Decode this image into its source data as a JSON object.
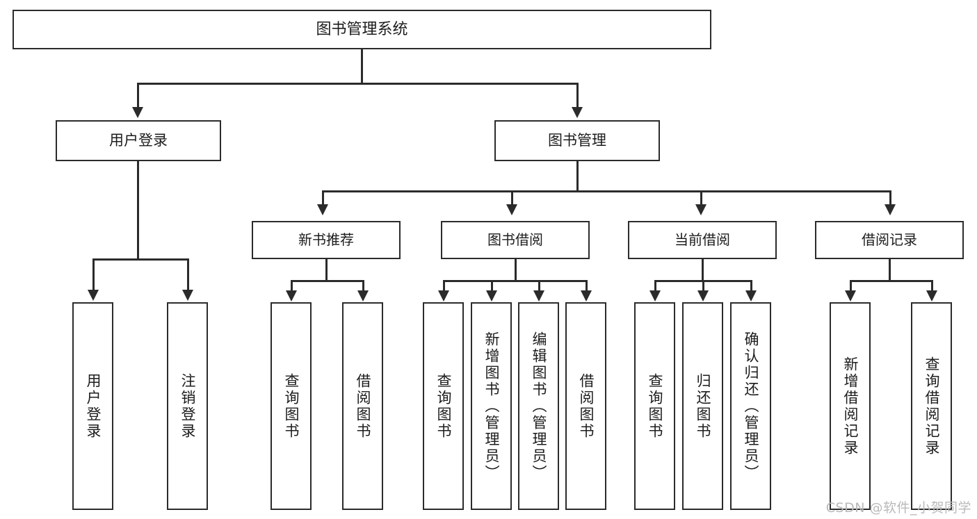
{
  "diagram": {
    "type": "tree",
    "title": "图书管理系统",
    "root": {
      "label": "图书管理系统"
    },
    "level1": [
      {
        "label": "用户登录"
      },
      {
        "label": "图书管理"
      }
    ],
    "level2": [
      {
        "label": "新书推荐"
      },
      {
        "label": "图书借阅"
      },
      {
        "label": "当前借阅"
      },
      {
        "label": "借阅记录"
      }
    ],
    "leaves": {
      "user_login": [
        {
          "label": "用户登录"
        },
        {
          "label": "注销登录"
        }
      ],
      "new_book_recommend": [
        {
          "label": "查询图书"
        },
        {
          "label": "借阅图书"
        }
      ],
      "book_borrow": [
        {
          "label": "查询图书"
        },
        {
          "label": "新增图书（管理员）"
        },
        {
          "label": "编辑图书（管理员）"
        },
        {
          "label": "借阅图书"
        }
      ],
      "current_borrow": [
        {
          "label": "查询图书"
        },
        {
          "label": "归还图书"
        },
        {
          "label": "确认归还（管理员）"
        }
      ],
      "borrow_record": [
        {
          "label": "新增借阅记录"
        },
        {
          "label": "查询借阅记录"
        }
      ]
    },
    "watermark": "CSDN @软件_小贺同学",
    "colors": {
      "stroke": "#2b2b2b",
      "fill": "#ffffff",
      "text": "#1c1c1c",
      "watermark": "#b9b9b9"
    }
  }
}
